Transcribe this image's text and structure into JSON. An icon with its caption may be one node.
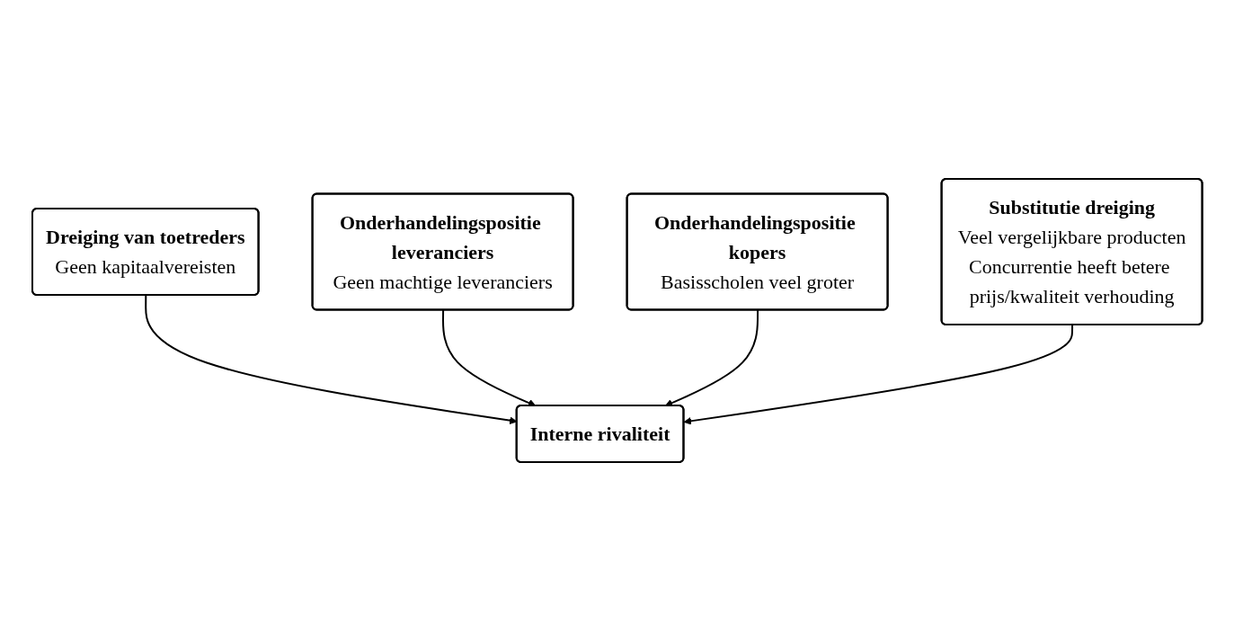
{
  "diagram": {
    "nodes": [
      {
        "text": [
          "Dreiging van toetreders",
          "Geen kapitaalvereisten"
        ]
      },
      {
        "text": [
          "Onderhandelingspositie leveranciers",
          "Geen machtige leveranciers"
        ]
      },
      {
        "text": [
          "Interne rivaliteit"
        ]
      },
      {
        "text": [
          "Onderhandelingspositie kopers",
          "Basisscholen veel groter"
        ]
      },
      {
        "text": [
          "Substitutie dreiging",
          "Veel vergelijkbare producten",
          "Concurrentie heeft betere prijs/kwaliteit verhouding"
        ]
      }
    ],
    "edges": [
      {
        "from": 0,
        "to": 2,
        "arrow": "to"
      },
      {
        "from": 1,
        "to": 2,
        "arrow": "to"
      },
      {
        "from": 3,
        "to": 2,
        "arrow": "to"
      },
      {
        "from": 4,
        "to": 2,
        "arrow": "to"
      }
    ]
  }
}
